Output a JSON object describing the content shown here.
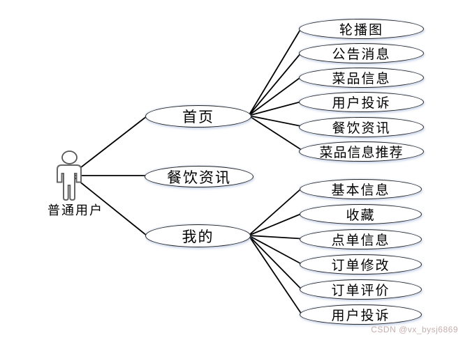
{
  "actor": {
    "label": "普通用户"
  },
  "nodes": {
    "center": [
      {
        "label": "首页"
      },
      {
        "label": "餐饮资讯"
      },
      {
        "label": "我的"
      }
    ],
    "home_children": [
      {
        "label": "轮播图"
      },
      {
        "label": "公告消息"
      },
      {
        "label": "菜品信息"
      },
      {
        "label": "用户投诉"
      },
      {
        "label": "餐饮资讯"
      },
      {
        "label": "菜品信息推荐"
      }
    ],
    "mine_children": [
      {
        "label": "基本信息"
      },
      {
        "label": "收藏"
      },
      {
        "label": "点单信息"
      },
      {
        "label": "订单修改"
      },
      {
        "label": "订单评价"
      },
      {
        "label": "用户投诉"
      }
    ]
  },
  "edges": [
    {
      "from": "普通用户",
      "to": "首页"
    },
    {
      "from": "普通用户",
      "to": "餐饮资讯"
    },
    {
      "from": "普通用户",
      "to": "我的"
    },
    {
      "from": "首页",
      "to": "轮播图"
    },
    {
      "from": "首页",
      "to": "公告消息"
    },
    {
      "from": "首页",
      "to": "菜品信息"
    },
    {
      "from": "首页",
      "to": "用户投诉"
    },
    {
      "from": "首页",
      "to": "餐饮资讯"
    },
    {
      "from": "首页",
      "to": "菜品信息推荐"
    },
    {
      "from": "我的",
      "to": "基本信息"
    },
    {
      "from": "我的",
      "to": "收藏"
    },
    {
      "from": "我的",
      "to": "点单信息"
    },
    {
      "from": "我的",
      "to": "订单修改"
    },
    {
      "from": "我的",
      "to": "订单评价"
    },
    {
      "from": "我的",
      "to": "用户投诉"
    }
  ],
  "watermark": {
    "text": "CSDN @vx_bysj6869",
    "color": "#c6aeae"
  }
}
